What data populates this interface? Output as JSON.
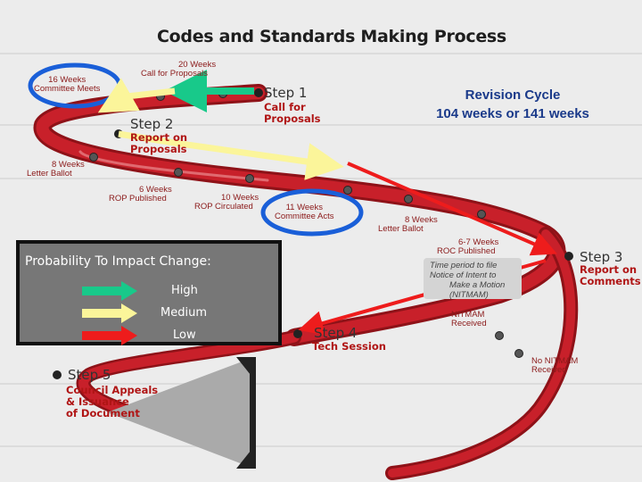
{
  "title": "Codes and Standards Making Process",
  "revision_cycle": {
    "line1": "Revision Cycle",
    "line2": "104 weeks or 141 weeks"
  },
  "steps": [
    {
      "label": "Step 1",
      "sub": [
        "Call for",
        "Proposals"
      ]
    },
    {
      "label": "Step 2",
      "sub": [
        "Report on",
        "Proposals"
      ]
    },
    {
      "label": "Step 3",
      "sub": [
        "Report on",
        "Comments"
      ]
    },
    {
      "label": "Step 4",
      "sub": [
        "Tech Session"
      ]
    },
    {
      "label": "Step 5",
      "sub": [
        "Council Appeals",
        "& Issuance",
        "of Document"
      ]
    }
  ],
  "milestones": {
    "w20": [
      "20 Weeks",
      "Call for Proposals"
    ],
    "w16": [
      "16 Weeks",
      "Committee Meets"
    ],
    "w8a": [
      "8 Weeks",
      "Letter Ballot"
    ],
    "w6": [
      "6 Weeks",
      "ROP Published"
    ],
    "w10": [
      "10 Weeks",
      "ROP Circulated"
    ],
    "w11": [
      "11 Weeks",
      "Committee Acts"
    ],
    "w8b": [
      "8 Weeks",
      "Letter Ballot"
    ],
    "w67": [
      "6-7 Weeks",
      "ROC Published"
    ],
    "nitmam": [
      "NITMAM",
      "Received"
    ],
    "no_nitmam": [
      "No NITMAM",
      "Received"
    ]
  },
  "nitmam_note": [
    "Time period to file",
    "Notice of Intent to",
    "Make a Motion",
    "(NITMAM)"
  ],
  "legend": {
    "title": "Probability To Impact Change:",
    "items": [
      {
        "label": "High",
        "color": "#18c98a"
      },
      {
        "label": "Medium",
        "color": "#fbf59a"
      },
      {
        "label": "Low",
        "color": "#ee1c1c"
      }
    ]
  },
  "colors": {
    "ribbon": "#c8202a",
    "ribbon_dark": "#8e1218",
    "circle_highlight": "#1a5fd8"
  }
}
